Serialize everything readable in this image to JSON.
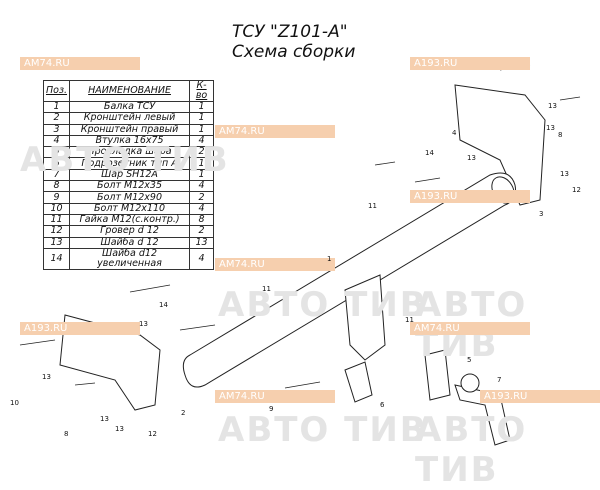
{
  "title": {
    "line1": "ТСУ \"Z101-A\"",
    "line2": "Схема сборки"
  },
  "watermarks": {
    "brand": "АВТО ТИВ",
    "site1": "AM74.RU",
    "site2": "A193.RU"
  },
  "table": {
    "headers": [
      "Поз.",
      "НАИМЕНОВАНИЕ",
      "К-во"
    ],
    "rows": [
      [
        "1",
        "Балка ТСУ",
        "1"
      ],
      [
        "2",
        "Кронштейн левый",
        "1"
      ],
      [
        "3",
        "Кронштейн правый",
        "1"
      ],
      [
        "4",
        "Втулка 16х75",
        "4"
      ],
      [
        "5",
        "Прокладка шара",
        "2"
      ],
      [
        "6",
        "Подрозетник тип А",
        "1"
      ],
      [
        "7",
        "Шар SH12A",
        "1"
      ],
      [
        "8",
        "Болт М12х35",
        "4"
      ],
      [
        "9",
        "Болт М12х90",
        "2"
      ],
      [
        "10",
        "Болт М12х110",
        "4"
      ],
      [
        "11",
        "Гайка М12(с.контр.)",
        "8"
      ],
      [
        "12",
        "Гровер d 12",
        "2"
      ],
      [
        "13",
        "Шайба d 12",
        "13"
      ],
      [
        "14",
        "Шайба d12 увеличенная",
        "4"
      ]
    ]
  },
  "callouts": [
    "13",
    "13",
    "4",
    "14",
    "13",
    "11",
    "8",
    "13",
    "12",
    "3",
    "1",
    "11",
    "14",
    "13",
    "13",
    "2",
    "10",
    "13",
    "8",
    "13",
    "12",
    "9",
    "6",
    "5",
    "7",
    "11"
  ]
}
